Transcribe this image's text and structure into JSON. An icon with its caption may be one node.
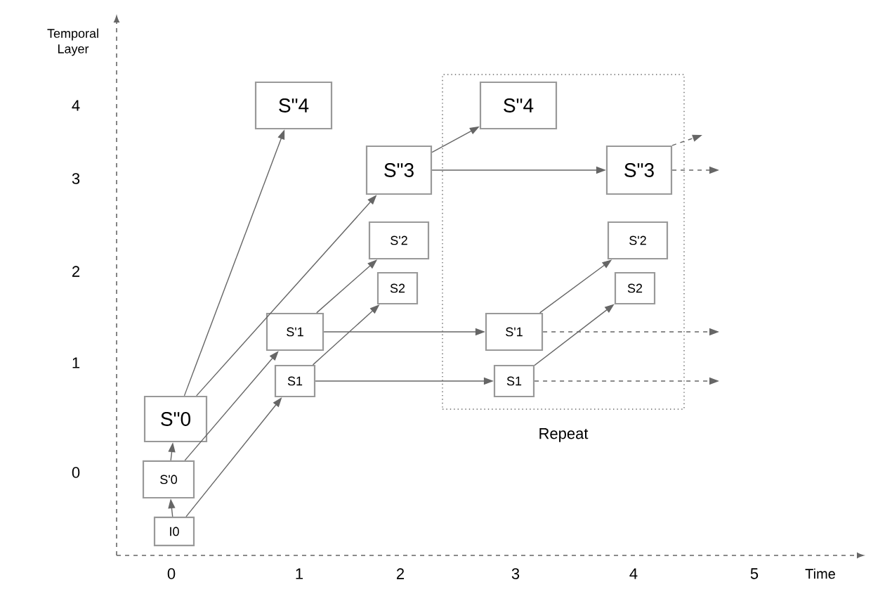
{
  "diagram": {
    "nodes": [
      {
        "text": [
          "I0"
        ]
      },
      {
        "text": [
          "S'0"
        ]
      },
      {
        "text": [
          "S\"0"
        ]
      },
      {
        "text": [
          "S\"4"
        ]
      },
      {
        "text": [
          "S1"
        ]
      },
      {
        "text": [
          "S'1"
        ]
      },
      {
        "text": [
          "S\"3"
        ]
      },
      {
        "text": [
          "S'2"
        ]
      },
      {
        "text": [
          "S2"
        ]
      },
      {
        "text": [
          "Repeat"
        ]
      },
      {
        "text": [
          "S\"4"
        ],
        "in": 9
      },
      {
        "text": [
          "S\"3"
        ],
        "in": 9
      },
      {
        "text": [
          "S'1"
        ],
        "in": 9
      },
      {
        "text": [
          "S1"
        ],
        "in": 9
      },
      {
        "text": [
          "S'2"
        ],
        "in": 9
      },
      {
        "text": [
          "S2"
        ],
        "in": 9
      }
    ],
    "edges": [
      {
        "from": 0,
        "to": 1,
        "arrow": "to"
      },
      {
        "from": 1,
        "to": 2,
        "arrow": "to"
      },
      {
        "from": 0,
        "to": 4,
        "arrow": "to"
      },
      {
        "from": 1,
        "to": 5,
        "arrow": "to"
      },
      {
        "from": 2,
        "to": 3,
        "arrow": "to"
      },
      {
        "from": 2,
        "to": 6,
        "arrow": "to"
      },
      {
        "from": 5,
        "to": 7,
        "arrow": "to"
      },
      {
        "from": 4,
        "to": 8,
        "arrow": "to"
      },
      {
        "from": 6,
        "to": 10,
        "arrow": "to"
      },
      {
        "from": 6,
        "to": 11,
        "arrow": "to"
      },
      {
        "from": 5,
        "to": 12,
        "arrow": "to"
      },
      {
        "from": 4,
        "to": 13,
        "arrow": "to"
      },
      {
        "from": 12,
        "to": 14,
        "arrow": "to"
      },
      {
        "from": 13,
        "to": 15,
        "arrow": "to"
      },
      {
        "from": 11,
        "to": null,
        "arrow": "to",
        "style": "dashed"
      },
      {
        "from": 11,
        "to": null,
        "arrow": "to",
        "style": "dashed"
      },
      {
        "from": 12,
        "to": null,
        "arrow": "to",
        "style": "dashed"
      },
      {
        "from": 13,
        "to": null,
        "arrow": "to",
        "style": "dashed"
      }
    ],
    "labels": [
      "Temporal Layer",
      "4",
      "3",
      "2",
      "1",
      "0",
      "0",
      "1",
      "2",
      "3",
      "4",
      "5",
      "Time"
    ]
  }
}
